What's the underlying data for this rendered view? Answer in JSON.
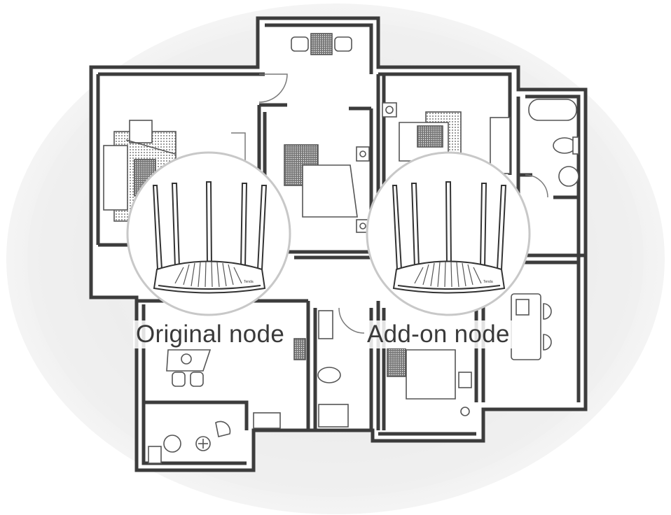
{
  "nodes": {
    "original": {
      "label": "Original node",
      "brand": "Tenda"
    },
    "addon": {
      "label": "Add-on node",
      "brand": "Tenda"
    }
  },
  "colors": {
    "wall": "#3c3c3c",
    "furniture": "#555555",
    "coverage": "#e9e9e9",
    "node_ring": "#bdbdbd",
    "text": "#3a3a3a"
  },
  "icons": [
    "router-icon",
    "bed-icon",
    "sofa-icon",
    "toilet-icon",
    "bathtub-icon",
    "chair-icon",
    "plant-icon",
    "stove-icon",
    "sink-icon"
  ]
}
